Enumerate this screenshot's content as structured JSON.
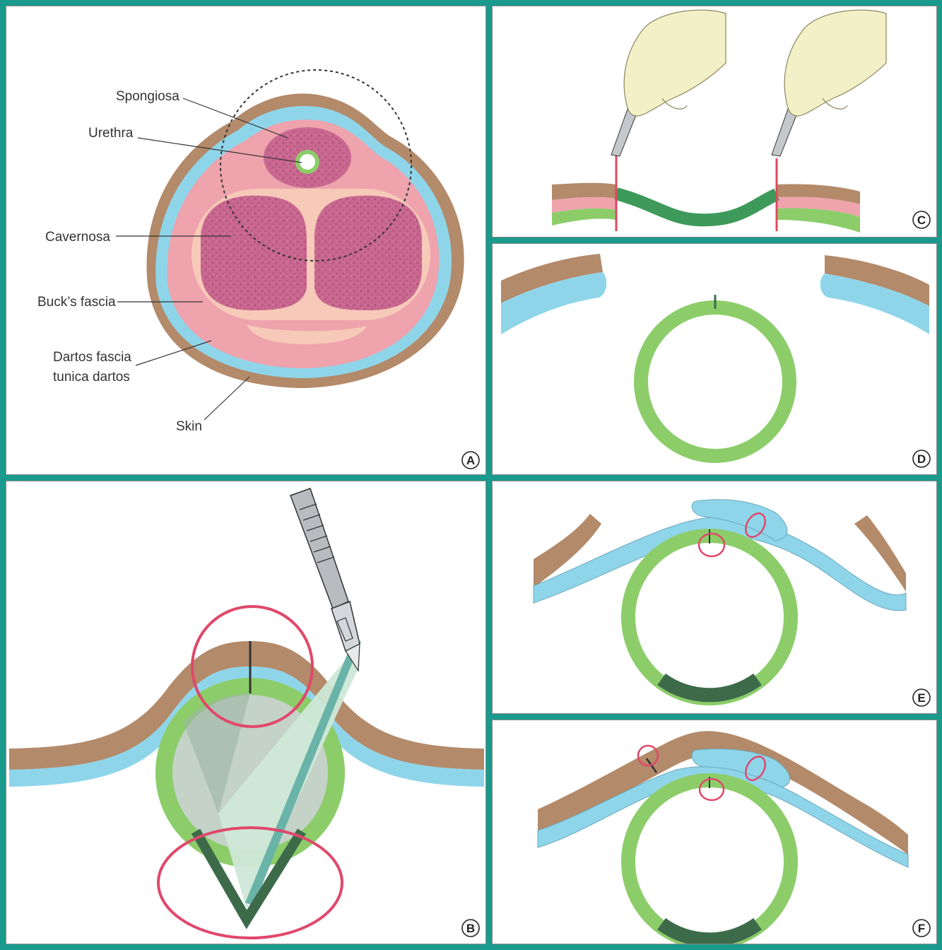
{
  "colors": {
    "skin": "#b38a6a",
    "dartos": "#8fd5ea",
    "bucks": "#eea3ad",
    "tunica_light": "#f7c9b8",
    "corpus": "#c8688f",
    "urethra": "#8ccd6a",
    "graft_dark": "#3d6b4a",
    "incision": "#e0485b",
    "circle_mark": "#e0486a",
    "glove": "#f3f0c8"
  },
  "panels": {
    "a": {
      "badge": "A",
      "labels": {
        "spongiosa": "Spongiosa",
        "urethra": "Urethra",
        "cavernosa": "Cavernosa",
        "bucks_fascia": "Buck’s fascia",
        "dartos_line1": "Dartos fascia",
        "dartos_line2": "tunica dartos",
        "skin": "Skin"
      }
    },
    "b": {
      "badge": "B"
    },
    "c": {
      "badge": "C"
    },
    "d": {
      "badge": "D"
    },
    "e": {
      "badge": "E"
    },
    "f": {
      "badge": "F"
    }
  }
}
